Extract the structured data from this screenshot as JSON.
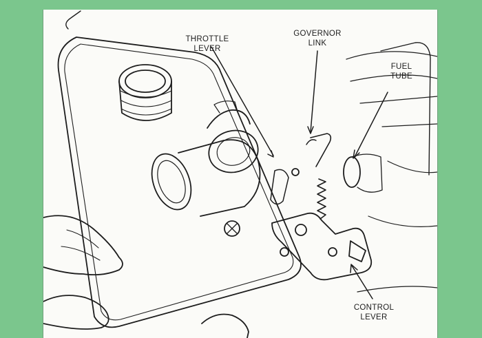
{
  "figure": {
    "background_color": "#7bc68d",
    "paper_color": "#fbfbf8",
    "ink_color": "#1d1d1d",
    "labels": {
      "throttle_lever": [
        "THROTTLE",
        "LEVER"
      ],
      "governor_link": [
        "GOVERNOR",
        "LINK"
      ],
      "fuel_tube": [
        "FUEL",
        "TUBE"
      ],
      "control_lever": [
        "CONTROL",
        "LEVER"
      ]
    }
  }
}
